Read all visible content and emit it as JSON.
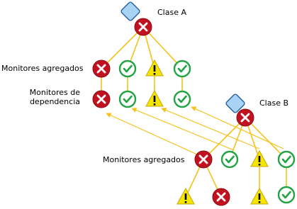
{
  "labels": {
    "clase_a": "Clase A",
    "clase_b": "Clase B",
    "monitores_agregados_top": "Monitores agregados",
    "monitores_dependencia_line1": "Monitores de",
    "monitores_dependencia_line2": "dependencia",
    "monitores_agregados_bottom": "Monitores agregados"
  },
  "icons": {
    "class_node": "class-diamond-icon",
    "critical": "critical-x-icon",
    "healthy": "healthy-check-icon",
    "warning": "warning-exclamation-icon"
  },
  "colors": {
    "line": "#f5c21b",
    "critical_fill": "#c1121f",
    "critical_edge": "#8a0b14",
    "healthy_ring": "#22a344",
    "warning_fill": "#f5e600",
    "warning_edge": "#c9a800",
    "class_fill": "#a9d3f5",
    "class_edge": "#1f5aa0"
  }
}
